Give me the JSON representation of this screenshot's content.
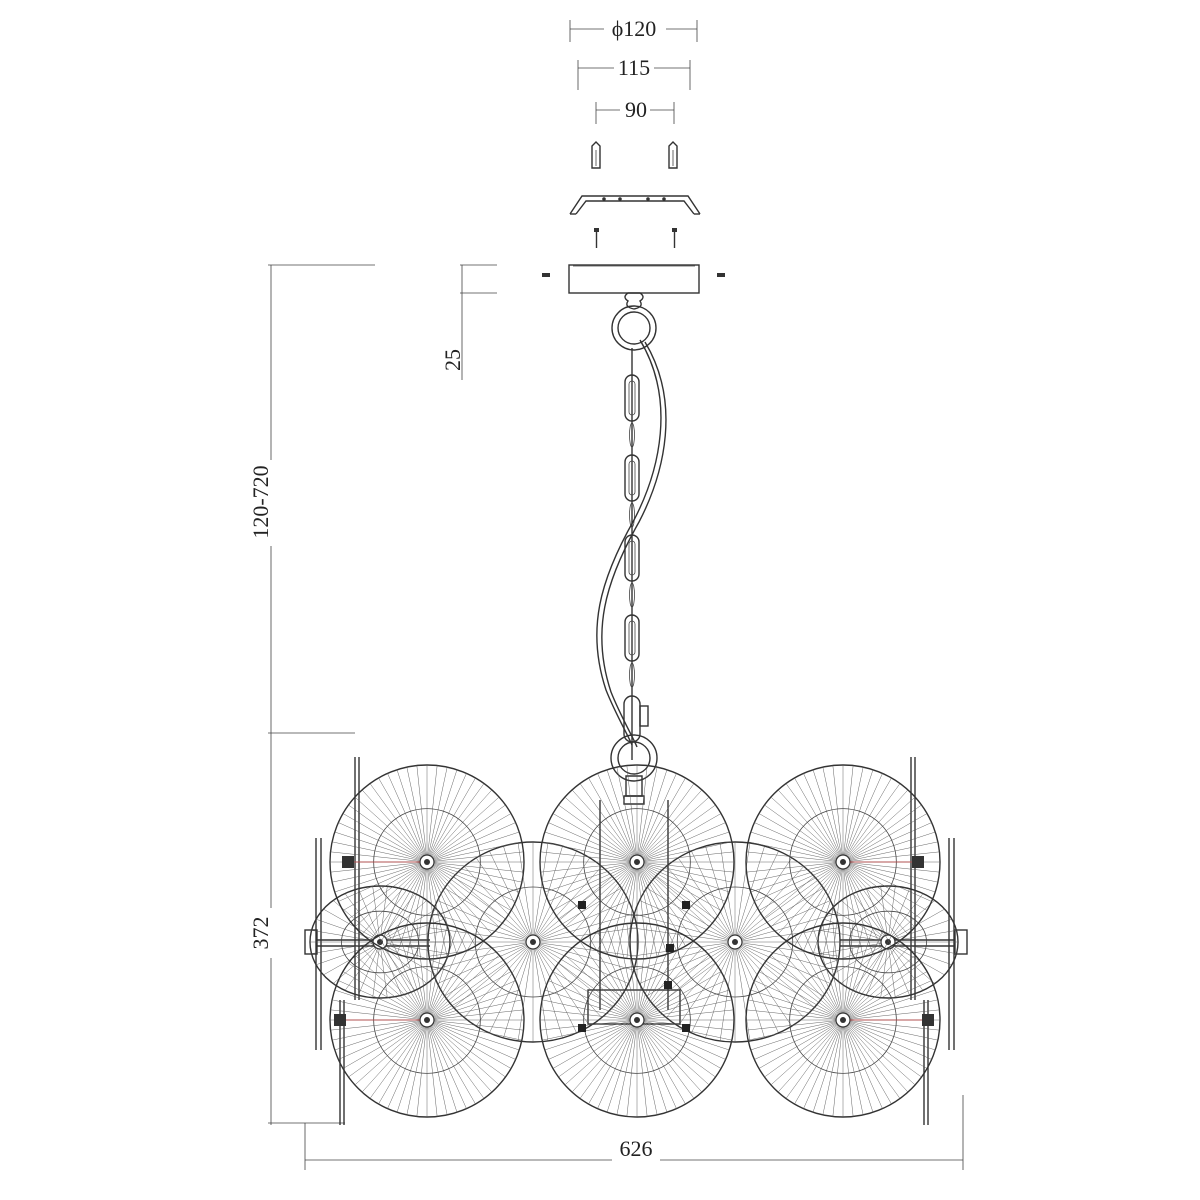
{
  "dimensions": {
    "canopy_diameter": "ϕ120",
    "bracket_width": "115",
    "screw_spacing": "90",
    "canopy_height": "25",
    "suspension_range": "120-720",
    "body_height": "372",
    "body_width": "626"
  },
  "colors": {
    "line": "#333333",
    "accent_wire": "#b05050",
    "background": "#ffffff"
  }
}
